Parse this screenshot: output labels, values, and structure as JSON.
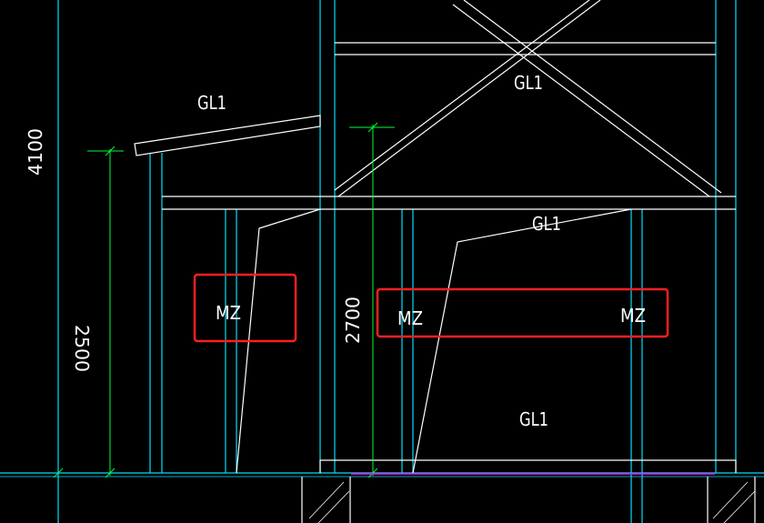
{
  "colors": {
    "background": "#000000",
    "white": "#ffffff",
    "cyan": "#00e0ff",
    "green": "#00ff33",
    "red": "#ff2020",
    "magenta": "#ff00ff"
  },
  "labels": {
    "gl1_top": "GL1",
    "gl1_left": "GL1",
    "gl1_mid": "GL1",
    "gl1_bottom": "GL1",
    "mz_left": "MZ",
    "mz_right_a": "MZ",
    "mz_right_b": "MZ"
  },
  "dimensions": {
    "dim_4100": "4100",
    "dim_2500": "2500",
    "dim_2700": "2700"
  },
  "highlights": [
    "mz-left-highlight-box",
    "mz-right-highlight-box"
  ]
}
